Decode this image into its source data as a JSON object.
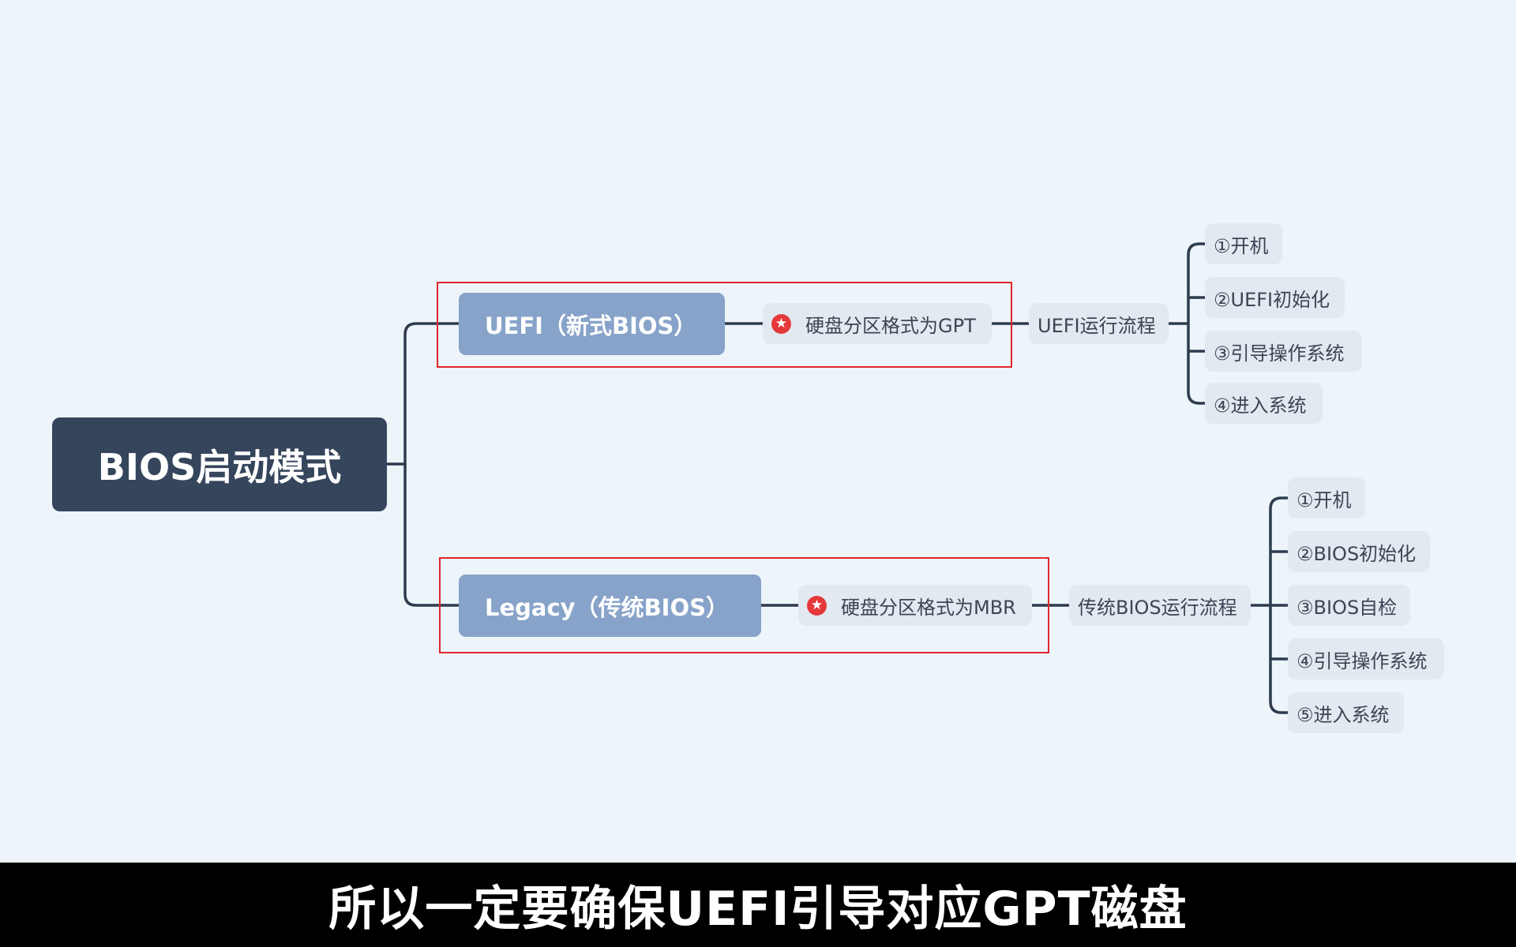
{
  "mindmap": {
    "root": "BIOS启动模式",
    "uefi": {
      "label": "UEFI（新式BIOS）",
      "disk": "硬盘分区格式为GPT",
      "flow": "UEFI运行流程",
      "steps": [
        "①开机",
        "②UEFI初始化",
        "③引导操作系统",
        "④进入系统"
      ]
    },
    "legacy": {
      "label": "Legacy（传统BIOS）",
      "disk": "硬盘分区格式为MBR",
      "flow": "传统BIOS运行流程",
      "steps": [
        "①开机",
        "②BIOS初始化",
        "③BIOS自检",
        "④引导操作系统",
        "⑤进入系统"
      ]
    }
  },
  "subtitle": "所以一定要确保UEFI引导对应GPT磁盘",
  "icons": {
    "priority": "star-badge-icon"
  },
  "colors": {
    "background": "#edf4fa",
    "root_fill": "#35455c",
    "branch_fill": "#87a3c9",
    "pill_fill": "#e3e9f0",
    "connector": "#2d3b4e",
    "highlight_box": "#e0262c",
    "star_badge": "#e5383a",
    "subtitle_bar": "#000000"
  }
}
